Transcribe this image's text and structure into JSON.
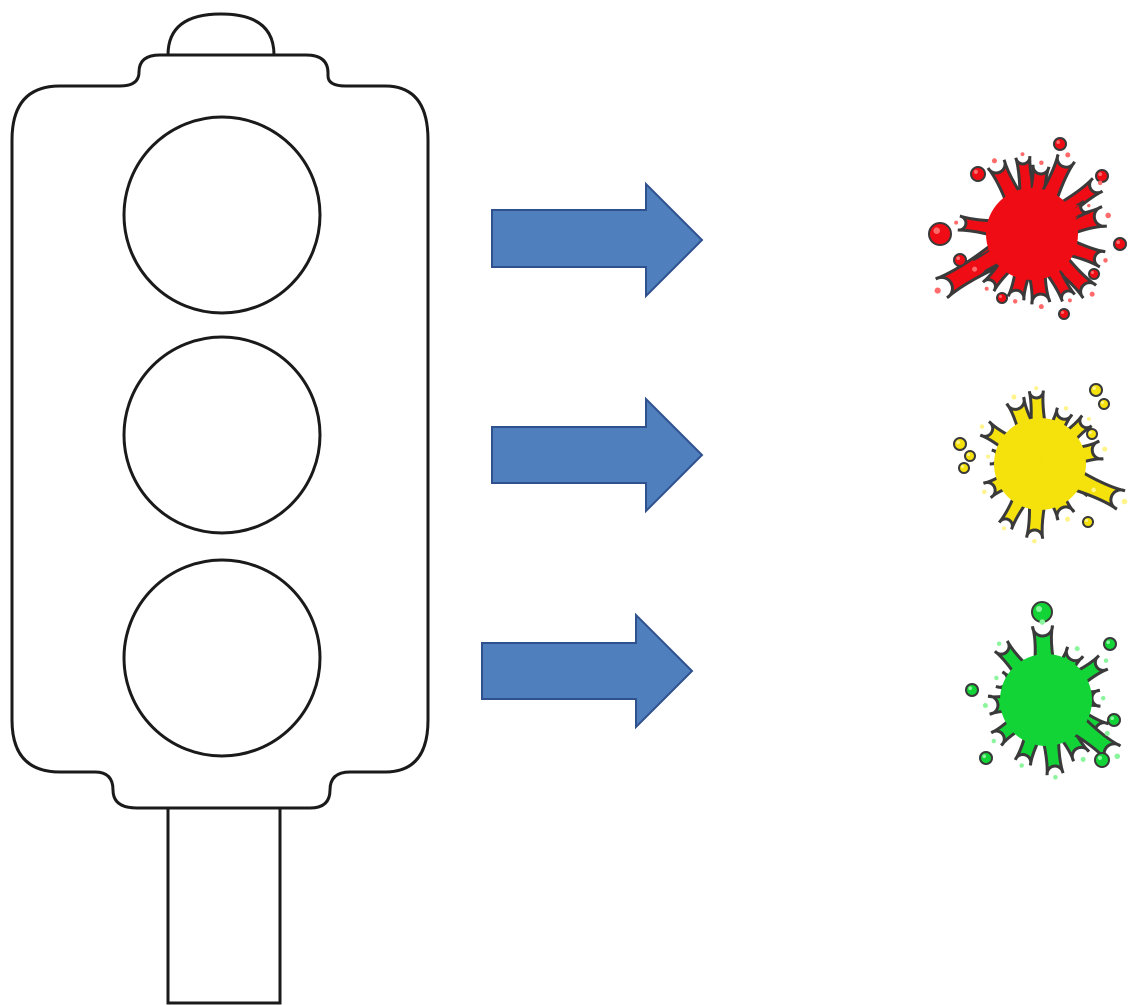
{
  "diagram": {
    "traffic_light": {
      "housing_color": "#ffffff",
      "outline_color": "#1a1a1a",
      "lamps": [
        {
          "position": "top",
          "matches": "red"
        },
        {
          "position": "middle",
          "matches": "yellow"
        },
        {
          "position": "bottom",
          "matches": "green"
        }
      ]
    },
    "arrows": {
      "fill": "#4f7fbd",
      "stroke": "#2f528f",
      "direction": "right",
      "count": 3
    },
    "paint_splats": [
      {
        "color_name": "red",
        "color": "#f00c14",
        "highlight": "#ff6a6a"
      },
      {
        "color_name": "yellow",
        "color": "#f5e10b",
        "highlight": "#fff48a"
      },
      {
        "color_name": "green",
        "color": "#12d436",
        "highlight": "#8bf59d"
      }
    ]
  }
}
